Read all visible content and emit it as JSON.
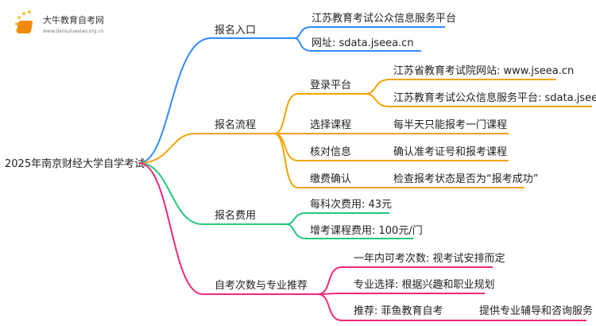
{
  "logo": {
    "title": "大牛教育自考网",
    "url": "www.daniuzuexiao.org.cn"
  },
  "root": "2025年南京财经大学自学考试",
  "colors": {
    "blue": "#2f8cff",
    "orange": "#f5a300",
    "green": "#22c777",
    "pink": "#f0287a"
  },
  "branches": [
    {
      "label": "报名入口",
      "children": [
        "江苏教育考试公众信息服务平台",
        "网址: sdata.jseea.cn"
      ]
    },
    {
      "label": "报名流程",
      "children": [
        {
          "label": "登录平台",
          "children": [
            "江苏省教育考试院网站: www.jseea.cn",
            "江苏教育考试公众信息服务平台: sdata.jseea.cn"
          ]
        },
        {
          "label": "选择课程",
          "children": [
            "每半天只能报考一门课程"
          ]
        },
        {
          "label": "核对信息",
          "children": [
            "确认准考证号和报考课程"
          ]
        },
        {
          "label": "缴费确认",
          "children": [
            "检查报考状态是否为“报考成功”"
          ]
        }
      ]
    },
    {
      "label": "报名费用",
      "children": [
        "每科次费用: 43元",
        "增考课程费用: 100元/门"
      ]
    },
    {
      "label": "自考次数与专业推荐",
      "children": [
        "一年内可考次数: 视考试安排而定",
        "专业选择: 根据兴趣和职业规划",
        "推荐: 菲鱼教育自考",
        "提供专业辅导和咨询服务"
      ]
    }
  ]
}
